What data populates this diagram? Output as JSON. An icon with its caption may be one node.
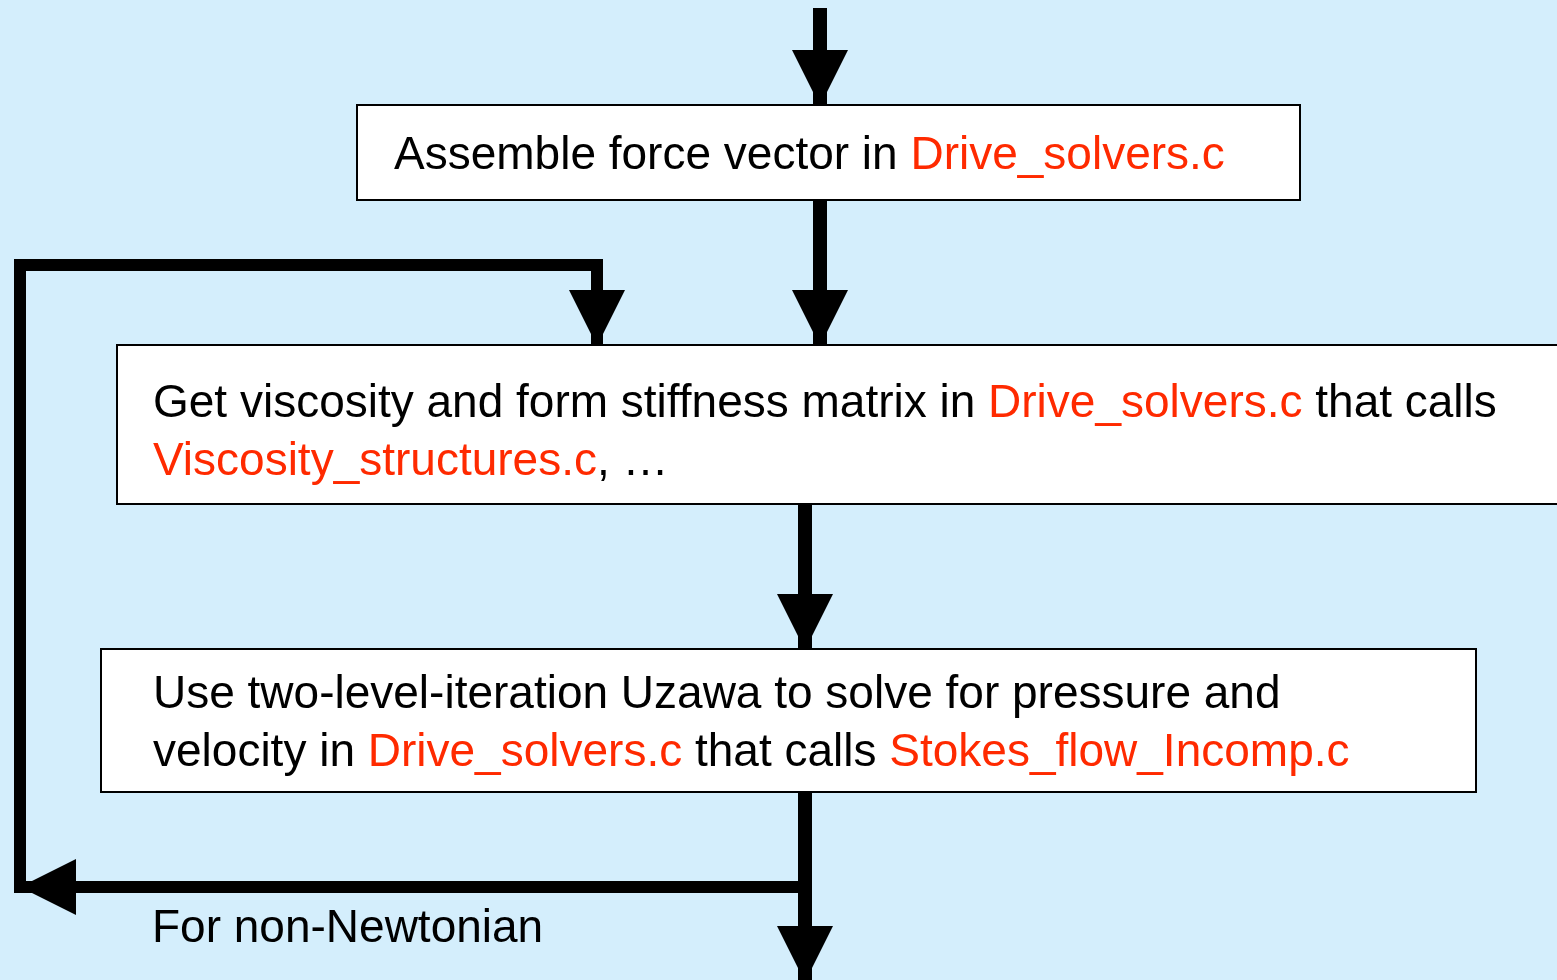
{
  "diagram": {
    "nodes": [
      {
        "text": [
          "Assemble force vector in",
          "Drive_solvers.c"
        ]
      },
      {
        "text": [
          "Get viscosity and form stiffness matrix in",
          "Drive_solvers.c",
          "that calls",
          "Viscosity_structures.c",
          ", …"
        ]
      },
      {
        "text": [
          "Use two-level-iteration Uzawa to solve for pressure and velocity in",
          "Drive_solvers.c",
          "that calls",
          "Stokes_flow_Incomp.c"
        ]
      }
    ],
    "edges": [
      {
        "from": null,
        "to": 0,
        "arrow": "to"
      },
      {
        "from": 0,
        "to": 1,
        "arrow": "to"
      },
      {
        "from": 1,
        "to": 2,
        "arrow": "to"
      },
      {
        "from": 2,
        "to": 1,
        "arrow": "to",
        "label": "For non-Newtonian"
      },
      {
        "from": 2,
        "to": null,
        "arrow": "to"
      }
    ]
  }
}
